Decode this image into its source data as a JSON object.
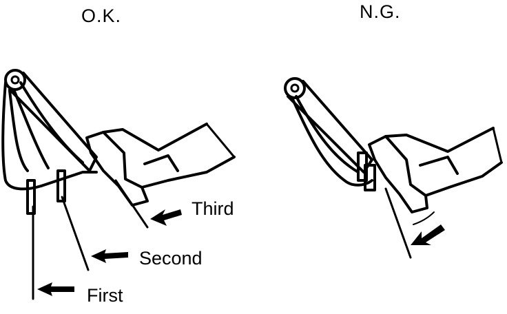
{
  "panels": {
    "ok": {
      "title": "O.K.",
      "labels": {
        "third": "Third",
        "second": "Second",
        "first": "First"
      }
    },
    "ng": {
      "title": "N.G."
    }
  },
  "colors": {
    "ink": "#000000",
    "background": "#ffffff"
  },
  "icons": [
    "arrow-icon"
  ]
}
